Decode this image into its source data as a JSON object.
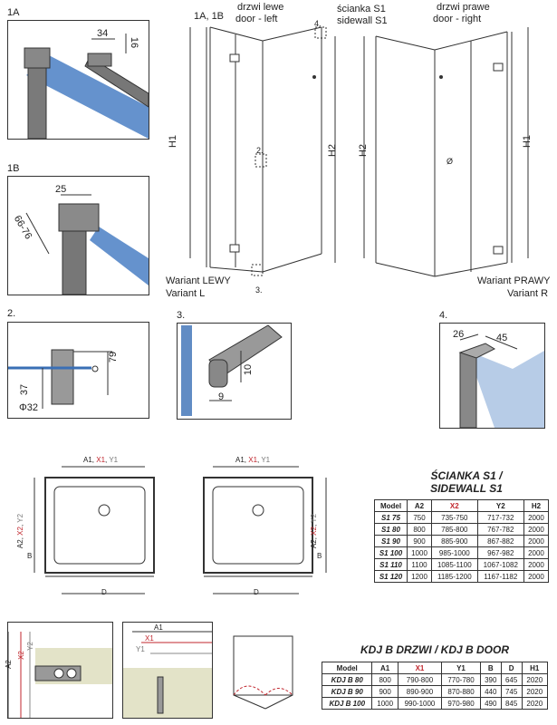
{
  "detail_1A": {
    "label": "1A",
    "dim_w": "34",
    "dim_h": "16"
  },
  "detail_1B": {
    "label": "1B",
    "dim_w": "25",
    "dim_range": "66-76"
  },
  "detail_2": {
    "label": "2.",
    "dim_37": "37",
    "dim_79": "79",
    "dim_d": "Φ32"
  },
  "detail_3": {
    "label": "3.",
    "dim_10": "10",
    "dim_9": "9"
  },
  "detail_4": {
    "label": "4.",
    "dim_26": "26",
    "dim_45": "45"
  },
  "elevation": {
    "callout_1a1b": "1A, 1B",
    "door_left_pl": "drzwi lewe",
    "door_left_en": "door - left",
    "sidewall_pl": "ścianka S1",
    "sidewall_en": "sidewall S1",
    "door_right_pl": "drzwi prawe",
    "door_right_en": "door - right",
    "callout_4": "4.",
    "callout_2": "2.",
    "callout_3": "3.",
    "h1_left": "H1",
    "h2_left": "H2",
    "h2_right": "H2",
    "h1_right": "H1",
    "h_mid": "Ø",
    "variant_left_pl": "Wariant LEWY",
    "variant_left_en": "Variant L",
    "variant_right_pl": "Wariant PRAWY",
    "variant_right_en": "Variant R"
  },
  "plan": {
    "a_label": "A1, ",
    "x_label": "X1",
    "sep": ", ",
    "y_label": "Y1",
    "side_a": "A2, ",
    "side_x": "X2",
    "side_sep": ", ",
    "side_y": "Y2",
    "b_label": "B",
    "d_label": "D"
  },
  "sidewall_table": {
    "title_line1": "ŚCIANKA S1 /",
    "title_line2": "SIDEWALL S1",
    "headers": [
      "Model",
      "A2",
      "X2",
      "Y2",
      "H2"
    ],
    "rows": [
      [
        "S1 75",
        "750",
        "735-750",
        "717-732",
        "2000"
      ],
      [
        "S1 80",
        "800",
        "785-800",
        "767-782",
        "2000"
      ],
      [
        "S1 90",
        "900",
        "885-900",
        "867-882",
        "2000"
      ],
      [
        "S1 100",
        "1000",
        "985-1000",
        "967-982",
        "2000"
      ],
      [
        "S1 110",
        "1100",
        "1085-1100",
        "1067-1082",
        "2000"
      ],
      [
        "S1 120",
        "1200",
        "1185-1200",
        "1167-1182",
        "2000"
      ]
    ]
  },
  "door_table": {
    "title": "KDJ B DRZWI / KDJ B DOOR",
    "headers": [
      "Model",
      "A1",
      "X1",
      "Y1",
      "B",
      "D",
      "H1"
    ],
    "rows": [
      [
        "KDJ B 80",
        "800",
        "790-800",
        "770-780",
        "390",
        "645",
        "2020"
      ],
      [
        "KDJ B 90",
        "900",
        "890-900",
        "870-880",
        "440",
        "745",
        "2020"
      ],
      [
        "KDJ B 100",
        "1000",
        "990-1000",
        "970-980",
        "490",
        "845",
        "2020"
      ]
    ]
  },
  "bottom_detail": {
    "a2": "A2",
    "x2": "X2",
    "y2": "Y2",
    "a1": "A1",
    "x1": "X1",
    "y1": "Y1"
  },
  "colors": {
    "accent_red": "#c0262d",
    "glass_blue": "#3a6fb5",
    "frame_grey": "#6e6e6e"
  }
}
